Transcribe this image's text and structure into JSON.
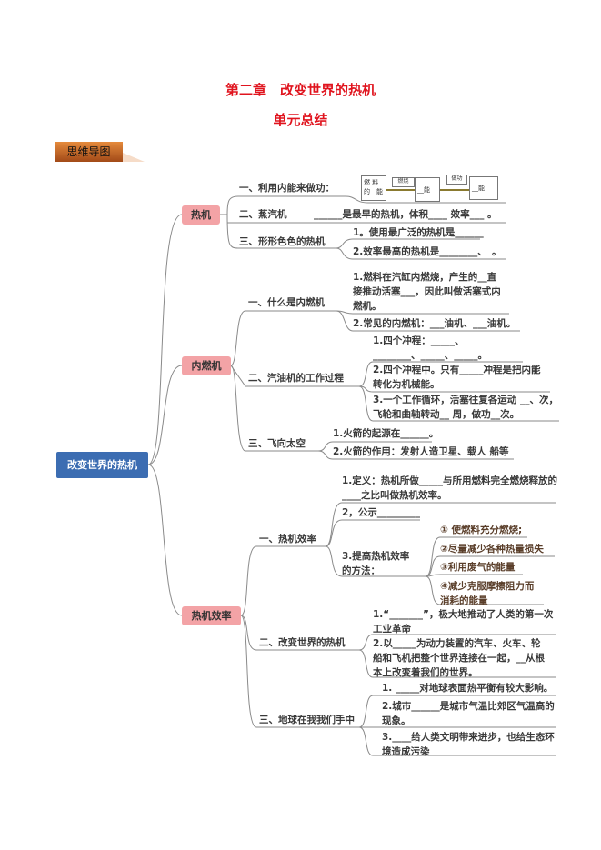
{
  "header": {
    "title": "第二章　改变世界的热机",
    "subtitle": "单元总结",
    "tag": "思维导图"
  },
  "root": "改变世界的热机",
  "branches": {
    "heat_engine": {
      "label": "热机",
      "s1": "一、利用内能来做功：",
      "diagram": {
        "box1": "燃 料 的__能",
        "arrow1": "燃烧",
        "box2": "__能",
        "arrow2": "做功",
        "box3": "__能"
      },
      "s2": "二、蒸汽机",
      "s2_text": "______是最早的热机，体积____ 效率___ 。",
      "s3": "三、形形色色的热机",
      "s3_items": [
        "1。使用最广泛的热机是______",
        "2.效率最高的热机是________、　。"
      ]
    },
    "ice": {
      "label": "内燃机",
      "s1": "一、什么是内燃机",
      "s1_items": [
        "1.燃料在汽缸内燃烧，产生的__直接推动活塞___，因此叫做活塞式内燃机。",
        "2.常见的内燃机：___油机、___油机。"
      ],
      "s2": "二、汽油机的工作过程",
      "s2_items": [
        "1.四个冲程：_____、________、_____、_____。",
        "2.四个冲程中。只有_____冲程是把内能转化为机械能。",
        "3.一个工作循环，活塞往复各运动 __、次，飞轮和曲轴转动__ 周，做功__次。"
      ],
      "s3": "三、飞向太空",
      "s3_items": [
        "1.火箭的起源在______。",
        "2.火箭的作用：发射人造卫星、载人 船等"
      ]
    },
    "efficiency": {
      "label": "热机效率",
      "s1": "一、热机效率",
      "s1_items": [
        "1.定义：热机所做_____与所用燃料完全燃烧释放的____之比叫做热机效率。",
        "2，公示_________",
        "3.提高热机效率的方法："
      ],
      "methods": [
        "① 使燃料充分燃烧;",
        "②尽量减少各种热量损失",
        "③利用废气的能量",
        "④减少克服摩擦阻力而消耗的能量"
      ],
      "s2": "二、改变世界的热机",
      "s2_items": [
        "1.“_______”，极大地推动了人类的第一次工业革命",
        "2.以_____为动力装置的汽车、火车、轮船和飞机把整个世界连接在一起，__从根本上改变着我们的世界。"
      ],
      "s3": "三、地球在我我们手中",
      "s3_items": [
        "1. _____对地球表面热平衡有较大影响。",
        "2.城市______是城市气温比郊区气温高的现象。",
        "3.____给人类文明带来进步，也给生态环境造成污染"
      ]
    }
  }
}
